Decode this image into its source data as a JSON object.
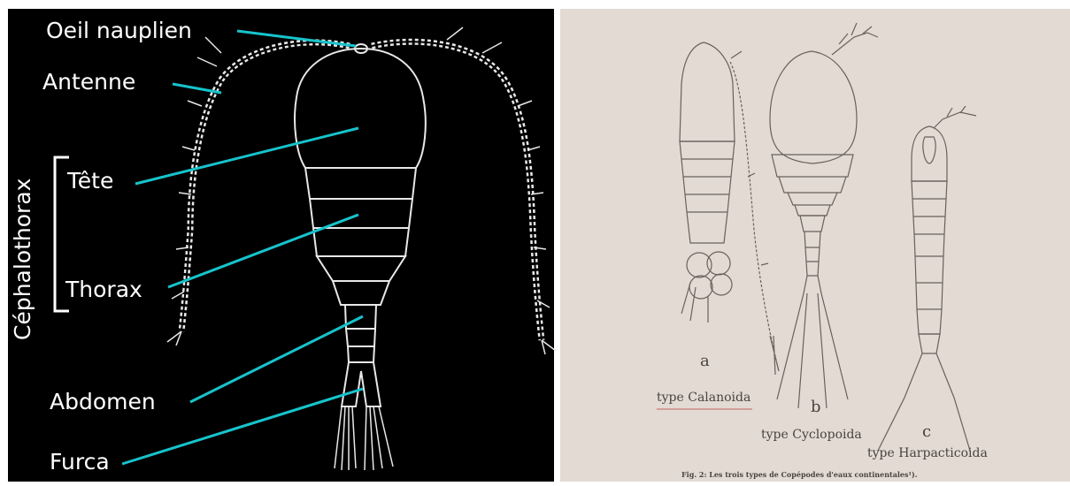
{
  "left": {
    "labels": {
      "oeil": "Oeil nauplien",
      "antenne": "Antenne",
      "tete": "Tête",
      "thorax": "Thorax",
      "abdomen": "Abdomen",
      "furca": "Furca",
      "cephalothorax": "Céphalothorax"
    },
    "colors": {
      "background": "#000000",
      "outline": "#e8e8e8",
      "pointer": "#16c4cc"
    }
  },
  "right": {
    "labels": {
      "a": "a",
      "a_type": "type Calanoida",
      "b": "b",
      "b_type": "type Cyclopoida",
      "c": "c",
      "c_type": "type Harpacticoida",
      "caption": "Fig. 2: Les trois types de Copépodes d'eaux continentales¹)."
    },
    "colors": {
      "background": "#e2dad3",
      "ink": "#6a615c"
    }
  }
}
